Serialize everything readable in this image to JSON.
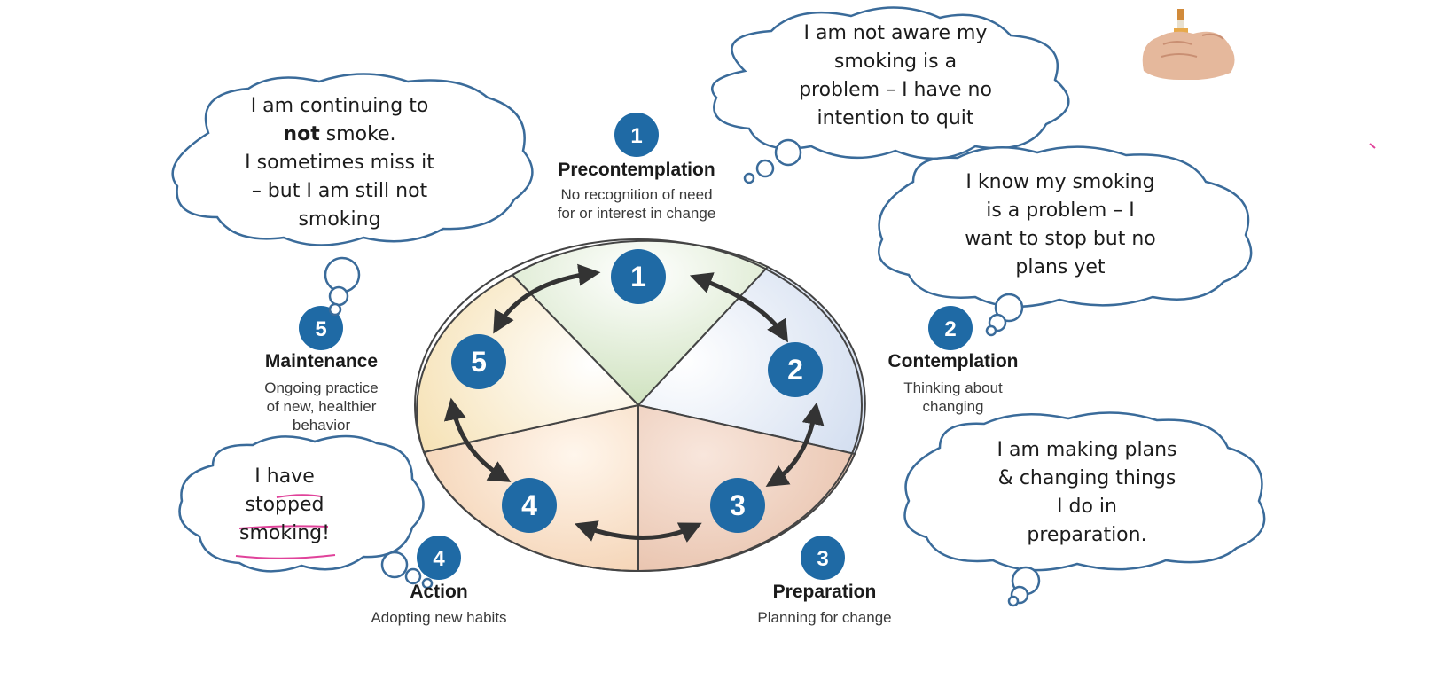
{
  "colors": {
    "badge": "#1f6aa5",
    "cloud_stroke": "#3a6b9a",
    "arrow": "#333333",
    "wedge_precontemplation": "#d9e8cc",
    "wedge_contemplation": "#dde6f2",
    "wedge_preparation": "#efcfbf",
    "wedge_action": "#f6dcc3",
    "wedge_maintenance": "#f8ebc9",
    "underline": "#e0429a"
  },
  "stages": [
    {
      "number": "1",
      "title": "Precontemplation",
      "description": [
        "No recognition of need",
        "for or interest in change"
      ]
    },
    {
      "number": "2",
      "title": "Contemplation",
      "description": [
        "Thinking about",
        "changing"
      ]
    },
    {
      "number": "3",
      "title": "Preparation",
      "description": [
        "Planning for change"
      ]
    },
    {
      "number": "4",
      "title": "Action",
      "description": [
        "Adopting new habits"
      ]
    },
    {
      "number": "5",
      "title": "Maintenance",
      "description": [
        "Ongoing practice",
        "of new, healthier",
        "behavior"
      ]
    }
  ],
  "wheel_numbers": [
    "1",
    "2",
    "3",
    "4",
    "5"
  ],
  "thoughts": {
    "precontemplation": [
      "I am not aware my",
      "smoking is a",
      "problem – I have no",
      "intention to quit"
    ],
    "contemplation": [
      "I know my smoking",
      "is a problem – I",
      "want to stop but no",
      "plans yet"
    ],
    "preparation": [
      "I am making plans",
      "& changing things",
      "I do in",
      "preparation."
    ],
    "action": [
      "I have",
      "stopped",
      "smoking!"
    ],
    "maintenance": {
      "line1": "I am continuing to",
      "line2_bold": "not",
      "line2_rest": " smoke.",
      "line3": "I sometimes miss it",
      "line4": "– but I am still not",
      "line5": "smoking"
    }
  },
  "image": {
    "icon": "hand-holding-cigarette-icon"
  }
}
